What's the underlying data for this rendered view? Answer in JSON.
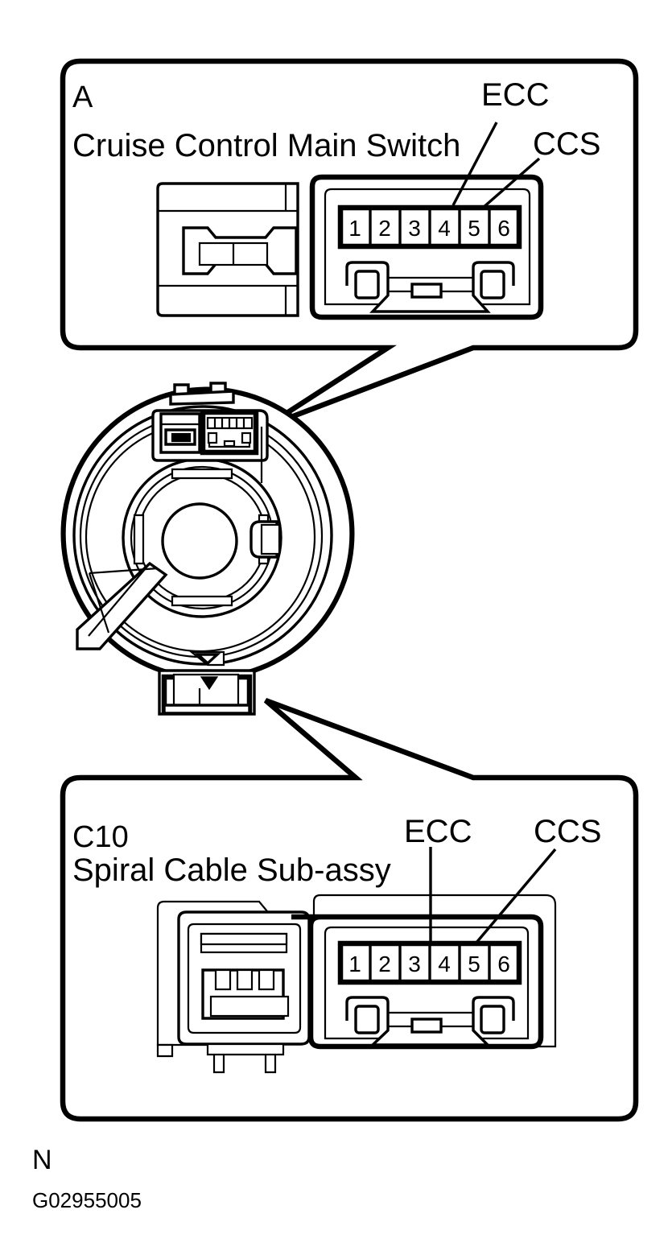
{
  "document": {
    "type": "automotive-connector-wiring-diagram",
    "figure_id": "G02955005",
    "figure_note": "N"
  },
  "panels": [
    {
      "id": "top",
      "code": "A",
      "title": "Cruise Control Main Switch",
      "signals": [
        {
          "name": "ECC",
          "pin": 4
        },
        {
          "name": "CCS",
          "pin": 5
        }
      ],
      "connector": {
        "pin_count": 6,
        "pins": [
          "1",
          "2",
          "3",
          "4",
          "5",
          "6"
        ]
      }
    },
    {
      "id": "bottom",
      "code": "C10",
      "title": "Spiral Cable Sub-assy",
      "signals": [
        {
          "name": "ECC",
          "pin": 4
        },
        {
          "name": "CCS",
          "pin": 5
        }
      ],
      "connector": {
        "pin_count": 6,
        "pins": [
          "1",
          "2",
          "3",
          "4",
          "5",
          "6"
        ]
      }
    }
  ],
  "component": {
    "name": "spiral-cable-assembly",
    "label": ""
  },
  "colors": {
    "line": "#000000",
    "background": "#ffffff"
  },
  "chart_data": {
    "type": "table",
    "title": "Connector pin signal assignment",
    "categories": [
      "1",
      "2",
      "3",
      "4",
      "5",
      "6"
    ],
    "series": [
      {
        "name": "A Cruise Control Main Switch",
        "values": [
          "",
          "",
          "",
          "ECC",
          "CCS",
          ""
        ]
      },
      {
        "name": "C10 Spiral Cable Sub-assy",
        "values": [
          "",
          "",
          "",
          "ECC",
          "CCS",
          ""
        ]
      }
    ]
  }
}
